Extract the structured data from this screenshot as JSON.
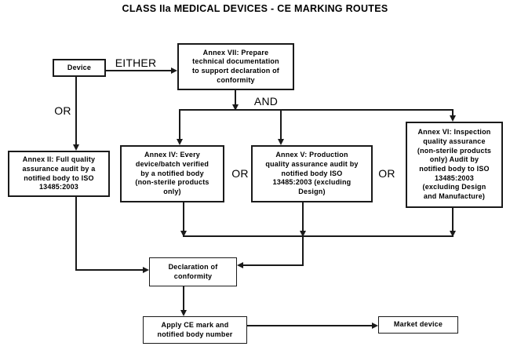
{
  "title": "CLASS IIa MEDICAL DEVICES - CE MARKING ROUTES",
  "colors": {
    "background": "#ffffff",
    "line": "#1a1a1a",
    "text": "#000000"
  },
  "nodes": {
    "device": "Device",
    "annex_vii": "Annex VII: Prepare\ntechnical documentation\nto support declaration of\nconformity",
    "annex_ii": "Annex II: Full quality\nassurance audit by a\nnotified body to ISO\n13485:2003",
    "annex_iv": "Annex IV: Every\ndevice/batch verified\nby a notified body\n(non-sterile products\nonly)",
    "annex_v": "Annex V: Production\nquality assurance audit by\nnotified body ISO\n13485:2003 (excluding\nDesign)",
    "annex_vi": "Annex VI: Inspection\nquality assurance\n(non-sterile products\nonly) Audit by\nnotified body to ISO\n13485:2003\n(excluding Design\nand Manufacture)",
    "declaration": "Declaration of\nconformity",
    "apply_ce": "Apply CE mark and\nnotified body number",
    "market": "Market device"
  },
  "connector_labels": {
    "either": "EITHER",
    "or_left": "OR",
    "and": "AND",
    "or_mid": "OR",
    "or_right": "OR"
  },
  "edges": [
    {
      "from": "device",
      "to": "annex_vii",
      "label": "EITHER"
    },
    {
      "from": "device",
      "to": "annex_ii",
      "label": "OR"
    },
    {
      "from": "annex_vii",
      "to": "annex_iv",
      "label": "AND"
    },
    {
      "from": "annex_vii",
      "to": "annex_v",
      "label": "AND"
    },
    {
      "from": "annex_vii",
      "to": "annex_vi",
      "label": "AND"
    },
    {
      "from": "annex_iv",
      "to": "declaration",
      "label": "OR"
    },
    {
      "from": "annex_v",
      "to": "declaration",
      "label": "OR"
    },
    {
      "from": "annex_vi",
      "to": "declaration",
      "label": "OR"
    },
    {
      "from": "annex_ii",
      "to": "declaration",
      "label": ""
    },
    {
      "from": "declaration",
      "to": "apply_ce",
      "label": ""
    },
    {
      "from": "apply_ce",
      "to": "market",
      "label": ""
    }
  ]
}
